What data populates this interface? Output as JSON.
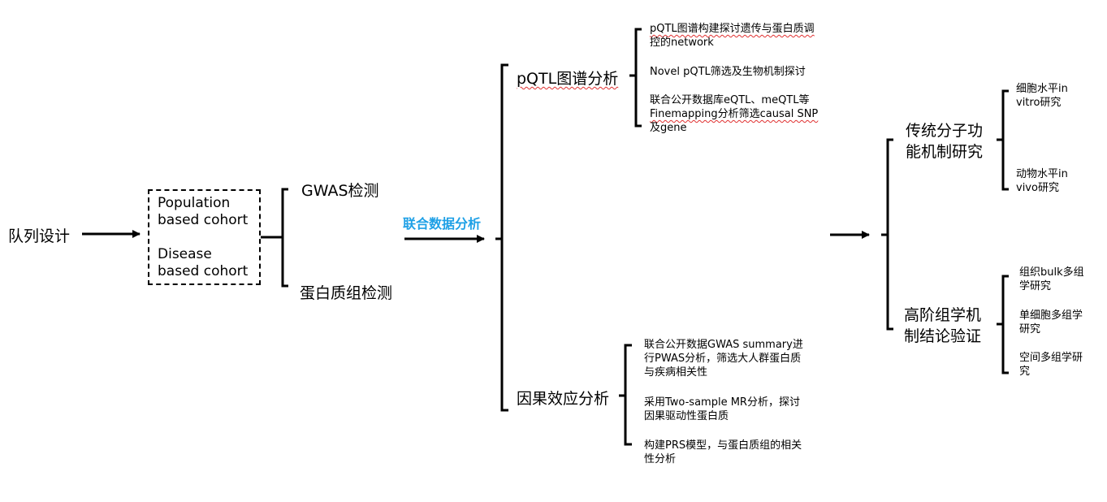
{
  "cohort": {
    "title": "队列设计",
    "population": [
      "Population",
      "based cohort"
    ],
    "disease": [
      "Disease",
      "based cohort"
    ]
  },
  "detection": {
    "gwas": "GWAS检测",
    "proteome": "蛋白质组检测"
  },
  "joint_analysis": "联合数据分析",
  "pqtl": {
    "title": "pQTL图谱分析",
    "items": [
      [
        "pQTL图谱构建探讨遗传与蛋白质调",
        "控的network"
      ],
      [
        "Novel pQTL筛选及生物机制探讨"
      ],
      [
        "联合公开数据库eQTL、meQTL等",
        "Finemapping分析筛选causal SNP",
        "及gene"
      ]
    ]
  },
  "causal": {
    "title": "因果效应分析",
    "items": [
      [
        "联合公开数据GWAS summary进",
        "行PWAS分析，筛选大人群蛋白质",
        "与疾病相关性"
      ],
      [
        "采用Two-sample MR分析，探讨",
        "因果驱动性蛋白质"
      ],
      [
        "构建PRS模型，与蛋白质组的相关",
        "性分析"
      ]
    ]
  },
  "traditional": {
    "title": [
      "传统分子功",
      "能机制研究"
    ],
    "items": [
      [
        "细胞水平in",
        "vitro研究"
      ],
      [
        "动物水平in",
        "vivo研究"
      ]
    ]
  },
  "omics": {
    "title": [
      "高阶组学机",
      "制结论验证"
    ],
    "items": [
      [
        "组织bulk多组",
        "学研究"
      ],
      [
        "单细胞多组学",
        "研究"
      ],
      [
        "空间多组学研",
        "究"
      ]
    ]
  }
}
